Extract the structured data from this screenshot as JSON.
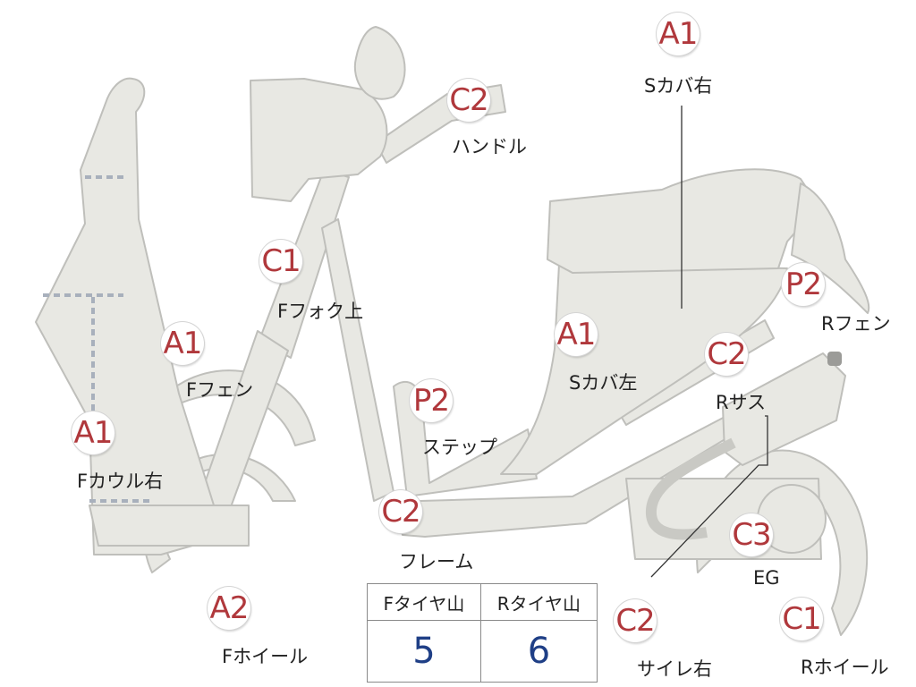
{
  "colors": {
    "part_fill": "#e8e8e3",
    "part_stroke": "#bfbfbb",
    "dash": "#a8b0bc",
    "badge_text": "#b0383c",
    "value_text": "#1f3f86"
  },
  "parts": [
    {
      "id": "s-cover-right",
      "grade": "A1",
      "label": "Sカバ右"
    },
    {
      "id": "handle",
      "grade": "C2",
      "label": "ハンドル"
    },
    {
      "id": "f-fork-upper",
      "grade": "C1",
      "label": "Fフォク上"
    },
    {
      "id": "r-fender",
      "grade": "P2",
      "label": "Rフェン"
    },
    {
      "id": "f-fender",
      "grade": "A1",
      "label": "Fフェン"
    },
    {
      "id": "s-cover-left",
      "grade": "A1",
      "label": "Sカバ左"
    },
    {
      "id": "r-suspension",
      "grade": "C2",
      "label": "Rサス"
    },
    {
      "id": "step",
      "grade": "P2",
      "label": "ステップ"
    },
    {
      "id": "f-cowl-right",
      "grade": "A1",
      "label": "Fカウル右"
    },
    {
      "id": "frame",
      "grade": "C2",
      "label": "フレーム"
    },
    {
      "id": "engine",
      "grade": "C3",
      "label": "EG"
    },
    {
      "id": "f-wheel",
      "grade": "A2",
      "label": "Fホイール"
    },
    {
      "id": "muffler-right",
      "grade": "C2",
      "label": "サイレ右"
    },
    {
      "id": "r-wheel",
      "grade": "C1",
      "label": "Rホイール"
    }
  ],
  "tires": {
    "headers": [
      "Fタイヤ山",
      "Rタイヤ山"
    ],
    "values": [
      "5",
      "6"
    ]
  }
}
